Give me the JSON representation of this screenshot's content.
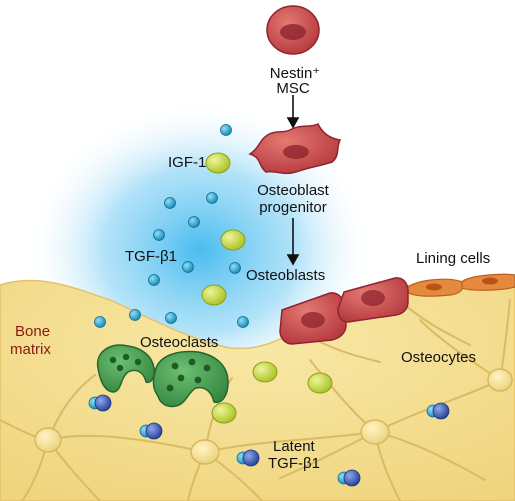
{
  "labels": {
    "nestin": "Nestin⁺",
    "msc": "MSC",
    "igf1": "IGF-1",
    "osteoblast_progenitor_line1": "Osteoblast",
    "osteoblast_progenitor_line2": "progenitor",
    "tgfb1": "TGF-β1",
    "osteoblasts": "Osteoblasts",
    "lining_cells": "Lining cells",
    "bone_matrix_line1": "Bone",
    "bone_matrix_line2": "matrix",
    "osteoclasts": "Osteoclasts",
    "osteocytes": "Osteocytes",
    "latent_line1": "Latent",
    "latent_line2": "TGF-β1"
  },
  "colors": {
    "bone_matrix": "#f3dd8a",
    "bone_label": "#8a1a12",
    "glow": "#6fd0f0",
    "msc_cell": "#c8413f",
    "osteoblast": "#b83a44",
    "lining_cell": "#e58a3c",
    "osteoclast": "#3f9a4a",
    "igf1_particle": "#c6d83a",
    "tgf_particle": "#2aa0c8",
    "latent_tgf": "#2f4fa8"
  }
}
